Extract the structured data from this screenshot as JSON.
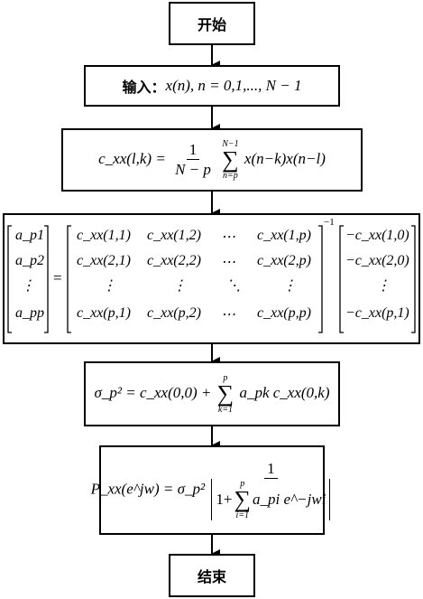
{
  "start_label": "开始",
  "input_label": "输入：",
  "input_expr": "x(n), n = 0,1,..., N − 1",
  "cov_lhs": "c_xx(l,k) =",
  "cov_frac_num": "1",
  "cov_frac_den": "N − p",
  "cov_sum_upper": "N−1",
  "cov_sum_lower": "n=p",
  "cov_rhs": "x(n−k)x(n−l)",
  "coef_vector": [
    "a_p1",
    "a_p2",
    "⋮",
    "a_pp"
  ],
  "cov_matrix": [
    [
      "c_xx(1,1)",
      "c_xx(1,2)",
      "⋯",
      "c_xx(1,p)"
    ],
    [
      "c_xx(2,1)",
      "c_xx(2,2)",
      "⋯",
      "c_xx(2,p)"
    ],
    [
      "⋮",
      "⋮",
      "⋱",
      "⋮"
    ],
    [
      "c_xx(p,1)",
      "c_xx(p,2)",
      "⋯",
      "c_xx(p,p)"
    ]
  ],
  "inverse_exp": "−1",
  "rhs_vector": [
    "−c_xx(1,0)",
    "−c_xx(2,0)",
    "⋮",
    "−c_xx(p,1)"
  ],
  "var_lhs": "σ_p² =",
  "var_expr": "c_xx(0,0) +",
  "var_sum_upper": "p",
  "var_sum_lower": "k=1",
  "var_term": "a_pk c_xx(0,k)",
  "psd_lhs": "P_xx(e^jw) = σ_p²",
  "psd_num": "1",
  "psd_den_lead": "1+",
  "psd_sum_upper": "p",
  "psd_sum_lower": "i=1",
  "psd_den_term": "a_pi e^−jwi",
  "end_label": "结束"
}
